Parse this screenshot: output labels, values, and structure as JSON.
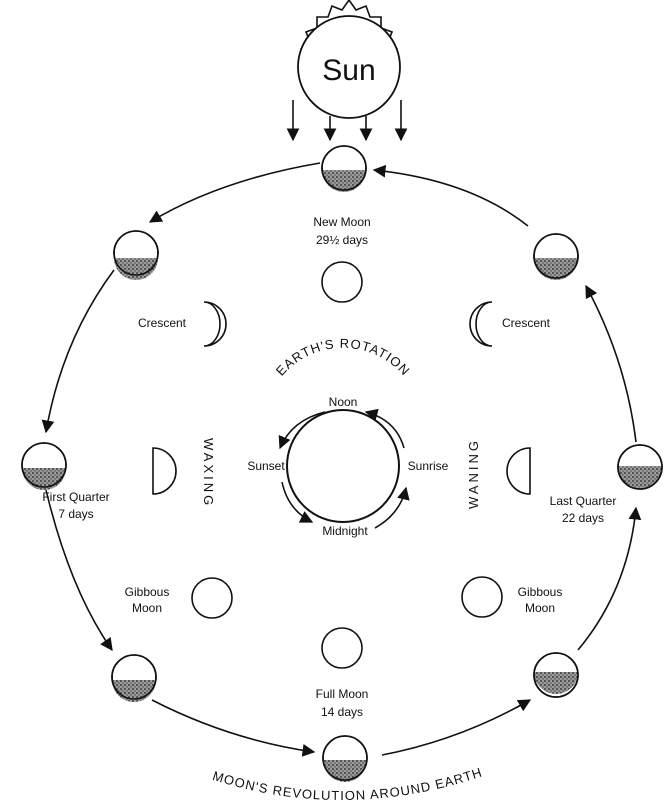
{
  "sun": {
    "label": "Sun"
  },
  "phases": {
    "new_moon": {
      "name": "New Moon",
      "days": "29½ days"
    },
    "crescent_left": {
      "name": "Crescent"
    },
    "crescent_right": {
      "name": "Crescent"
    },
    "first_quarter": {
      "name": "First Quarter",
      "days": "7 days"
    },
    "last_quarter": {
      "name": "Last Quarter",
      "days": "22 days"
    },
    "gibbous_left": {
      "line1": "Gibbous",
      "line2": "Moon"
    },
    "gibbous_right": {
      "line1": "Gibbous",
      "line2": "Moon"
    },
    "full_moon": {
      "name": "Full Moon",
      "days": "14 days"
    }
  },
  "waxing_label": "WAXING",
  "waning_label": "WANING",
  "earth": {
    "rotation_title": "EARTH'S ROTATION",
    "noon": "Noon",
    "sunset": "Sunset",
    "sunrise": "Sunrise",
    "midnight": "Midnight"
  },
  "revolution_title": "MOON'S REVOLUTION AROUND EARTH"
}
